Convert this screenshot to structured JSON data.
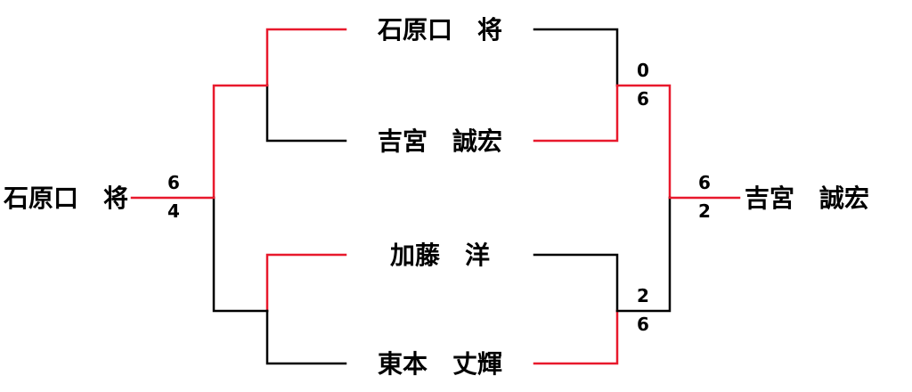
{
  "colors": {
    "winner_line": "#e8192c",
    "loser_line": "#000000"
  },
  "players": {
    "left_a": "石原口　将",
    "left_b": "吉宮　誠宏",
    "left_c": "加藤　洋",
    "left_d": "東本　丈輝",
    "left_champion": "石原口　将",
    "right_champion": "吉宮　誠宏"
  },
  "scores": {
    "right_top_upper": "0",
    "right_top_lower": "6",
    "right_bottom_upper": "2",
    "right_bottom_lower": "6",
    "right_final_upper": "6",
    "right_final_lower": "2",
    "left_final_upper": "6",
    "left_final_lower": "4"
  }
}
